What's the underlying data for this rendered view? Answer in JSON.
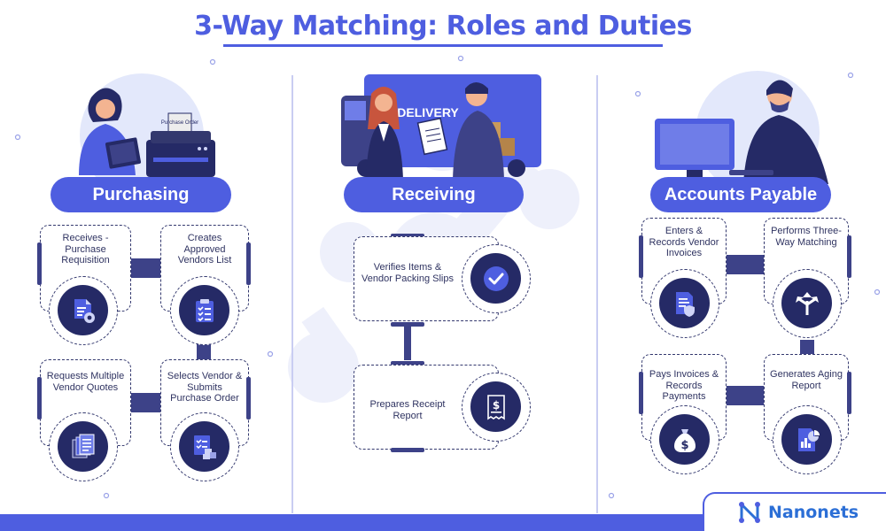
{
  "title": "3-Way Matching: Roles and Duties",
  "brand": "Nanonets",
  "colors": {
    "accent": "#4e5ee0",
    "navy": "#252a66",
    "text": "#2f3361"
  },
  "illustrations": {
    "printer_label": "Purchase Order",
    "truck_label": "DELIVERY"
  },
  "roles": {
    "purchasing": {
      "label": "Purchasing",
      "duties": [
        {
          "text": "Receives - Purchase Requisition",
          "icon": "document-gear-icon"
        },
        {
          "text": "Creates Approved Vendors List",
          "icon": "clipboard-checklist-icon"
        },
        {
          "text": "Requests Multiple Vendor Quotes",
          "icon": "stacked-documents-icon"
        },
        {
          "text": "Selects Vendor & Submits Purchase Order",
          "icon": "checklist-boxes-icon"
        }
      ]
    },
    "receiving": {
      "label": "Receiving",
      "duties": [
        {
          "text": "Verifies Items & Vendor Packing Slips",
          "icon": "check-badge-icon"
        },
        {
          "text": "Prepares Receipt Report",
          "icon": "receipt-dollar-icon"
        }
      ]
    },
    "accounts_payable": {
      "label": "Accounts Payable",
      "duties": [
        {
          "text": "Enters & Records Vendor Invoices",
          "icon": "invoice-shield-icon"
        },
        {
          "text": "Performs Three-Way Matching",
          "icon": "three-way-arrows-icon"
        },
        {
          "text": "Pays Invoices & Records Payments",
          "icon": "money-bag-icon"
        },
        {
          "text": "Generates Aging Report",
          "icon": "report-chart-icon"
        }
      ]
    }
  }
}
